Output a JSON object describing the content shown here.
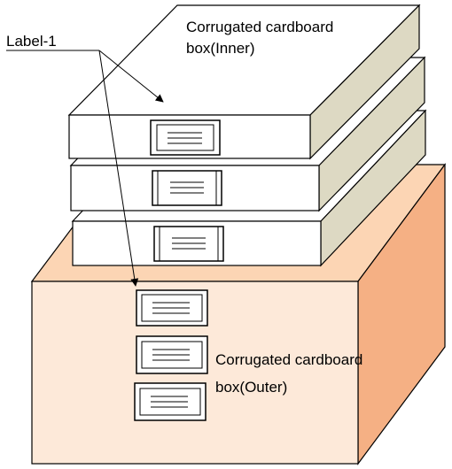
{
  "labels": {
    "label1": "Label-1",
    "inner_line1": "Corrugated cardboard",
    "inner_line2": "box(Inner)",
    "outer_line1": "Corrugated cardboard",
    "outer_line2": "box(Outer)"
  },
  "colors": {
    "outer_front": "#fde9d9",
    "outer_top": "#fcd5b4",
    "outer_side": "#f5b084",
    "inner_top": "#ffffff",
    "inner_side": "#ddd9c3",
    "inner_front": "#ffffff",
    "stroke": "#000000"
  }
}
